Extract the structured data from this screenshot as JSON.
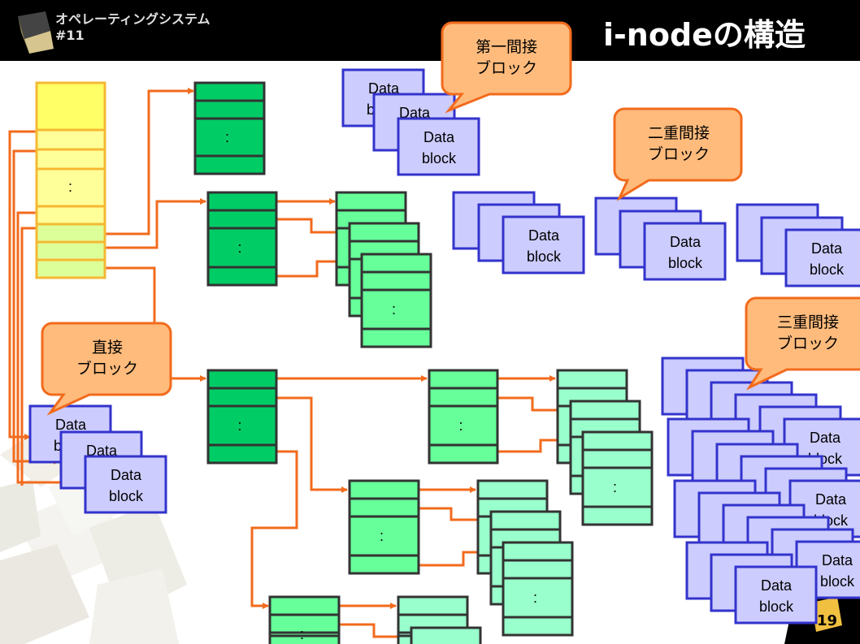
{
  "header": {
    "course_line1": "オペレーティングシステム",
    "course_line2": "#11",
    "title": "i-nodeの構造"
  },
  "callouts": {
    "single_indirect": [
      "第一間接",
      "ブロック"
    ],
    "double_indirect": [
      "二重間接",
      "ブロック"
    ],
    "triple_indirect": [
      "三重間接",
      "ブロック"
    ],
    "direct": [
      "直接",
      "ブロック"
    ]
  },
  "data_block_label": [
    "Data",
    "block"
  ],
  "ellipsis": ":",
  "page_number": "19",
  "colors": {
    "inode_fill": "#ffff99",
    "inode_border": "#f5b833",
    "indirect1": "#00cc66",
    "indirect2": "#66ff99",
    "indirect3": "#99ffcc",
    "block_border": "#333333",
    "data_fill": "#ccccff",
    "data_border": "#3333cc",
    "arrow": "#f26b1d",
    "callout_fill": "#ffbb7c",
    "callout_border": "#f26b1d"
  }
}
